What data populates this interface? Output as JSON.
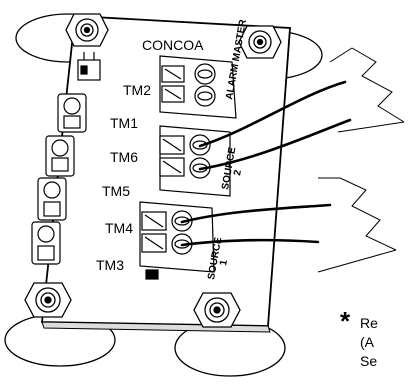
{
  "board": {
    "brand": "CONCOA",
    "terminals": [
      "TM2",
      "TM1",
      "TM6",
      "TM5",
      "TM4",
      "TM3"
    ]
  },
  "blocks": {
    "alarm": "ALARM MASTER",
    "source2_a": "SOURCE",
    "source2_b": "2",
    "source1_a": "SOURCE",
    "source1_b": "1"
  },
  "note": {
    "marker": "*",
    "line1": "Re",
    "line2": "(A",
    "line3": "Se"
  }
}
